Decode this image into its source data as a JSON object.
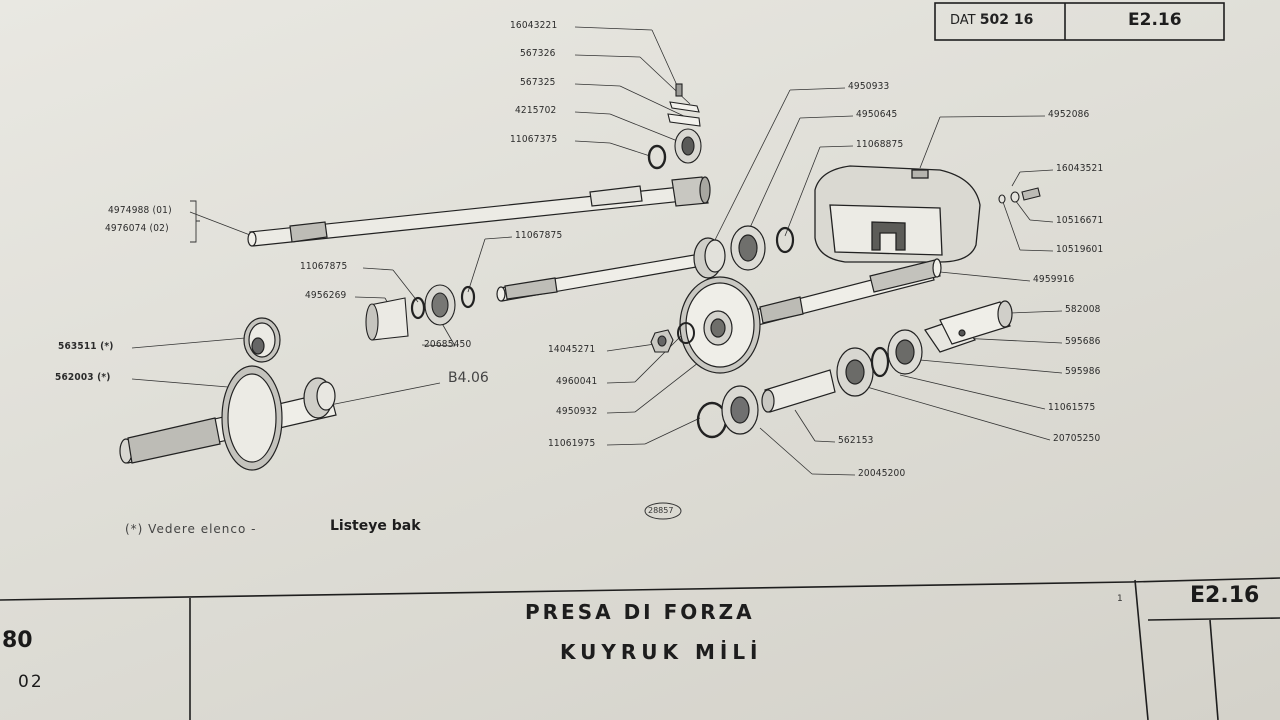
{
  "header": {
    "dat_prefix": "DAT",
    "dat_number": "502 16",
    "section_code": "E2.16"
  },
  "parts": {
    "p16043221": "16043221",
    "p567326": "567326",
    "p567325": "567325",
    "p4215702": "4215702",
    "p11067375": "11067375",
    "p4974988": "4974988 (01)",
    "p4976074": "4976074 (02)",
    "p11067875a": "11067875",
    "p11067875b": "11067875",
    "p4956269": "4956269",
    "p20685450": "20685450",
    "p563511": "563511 (*)",
    "p562003": "562003 (*)",
    "pB406": "B4.06",
    "p14045271": "14045271",
    "p4960041": "4960041",
    "p4950932": "4950932",
    "p11061975": "11061975",
    "p20045200": "20045200",
    "p562153": "562153",
    "p4950933": "4950933",
    "p4950645": "4950645",
    "p11068875": "11068875",
    "p4952086": "4952086",
    "p16043521": "16043521",
    "p10516671": "10516671",
    "p10519601": "10519601",
    "p4959916": "4959916",
    "p582008": "582008",
    "p595686": "595686",
    "p595986": "595986",
    "p11061575": "11061575",
    "p20705250": "20705250"
  },
  "figure_number": "28857",
  "note": {
    "italian": "(*) Vedere elenco  -",
    "turkish": "Listeye bak"
  },
  "footer": {
    "title_it": "PRESA DI FORZA",
    "title_tr": "KUYRUK MİLİ",
    "left_code": "80",
    "left_sub": "02",
    "page_index": "1",
    "code": "E2.16"
  },
  "colors": {
    "paper": "#e5e4de",
    "ink": "#2b2b2b"
  }
}
